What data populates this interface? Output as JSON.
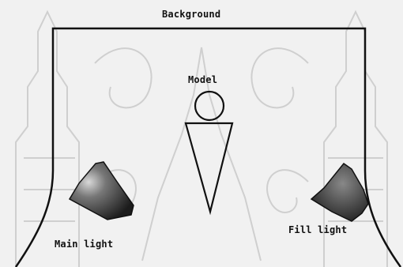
{
  "labels": {
    "background": "Background",
    "model": "Model",
    "main_light": "Main light",
    "fill_light": "Fill light"
  },
  "colors": {
    "paper": "#f1f1f1",
    "watermark": "#c9c9c9",
    "ink": "#111111"
  }
}
